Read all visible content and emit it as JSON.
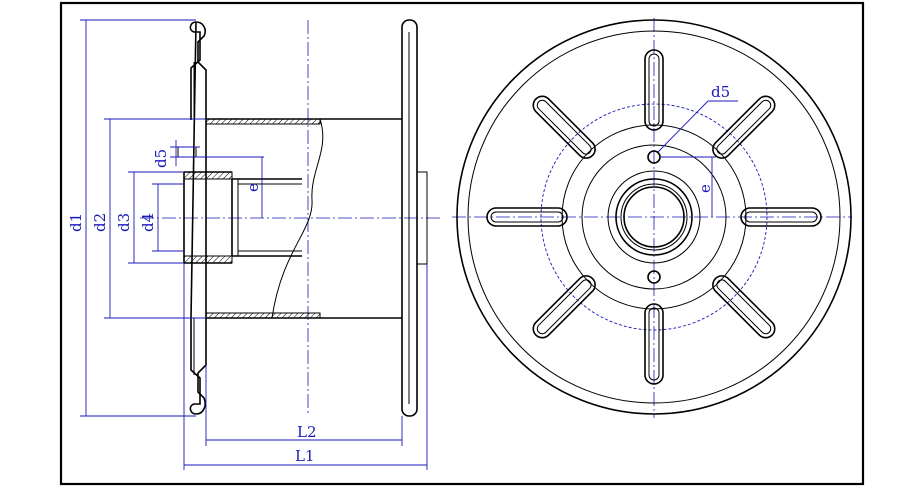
{
  "drawing": {
    "labels": {
      "d1": "d1",
      "d2": "d2",
      "d3": "d3",
      "d4": "d4",
      "d5_side": "d5",
      "e_side": "e",
      "L1": "L1",
      "L2": "L2",
      "d5_front": "d5",
      "e_front": "e"
    },
    "colors": {
      "line": "#000000",
      "dimension": "#1a1ab8"
    }
  }
}
